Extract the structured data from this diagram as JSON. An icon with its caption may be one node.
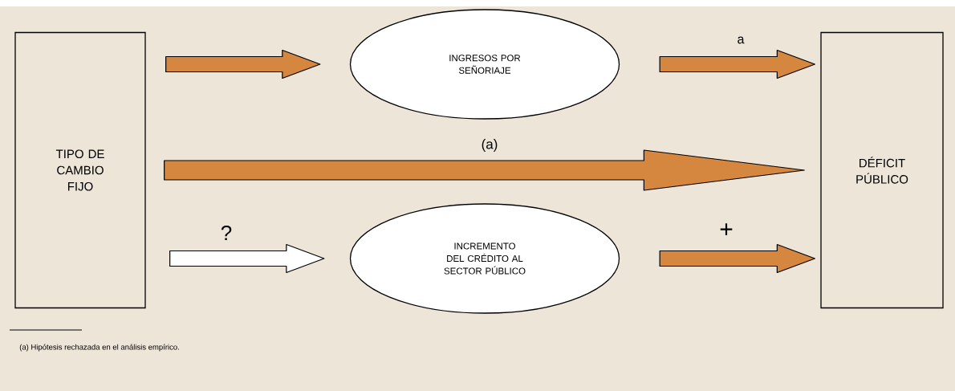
{
  "diagram": {
    "nodes": [
      {
        "text": [
          "TIPO DE CAMBIO FIJO"
        ]
      },
      {
        "text": [
          "INGRESOS POR SEÑORIAJE"
        ]
      },
      {
        "text": [
          "INCREMENTO DEL CRÉDITO AL SECTOR PÚBLICO"
        ]
      },
      {
        "text": [
          "DÉFICIT PÚBLICO"
        ]
      }
    ],
    "edges": [
      {
        "from": 0,
        "to": 1,
        "arrow": "to"
      },
      {
        "from": 1,
        "to": 3,
        "arrow": "to",
        "label": "a"
      },
      {
        "from": 0,
        "to": 3,
        "arrow": "to",
        "label": "(a)",
        "style": "thick"
      },
      {
        "from": 0,
        "to": 2,
        "arrow": "to",
        "label": "?",
        "color": "#ffffff"
      },
      {
        "from": 2,
        "to": 3,
        "arrow": "to",
        "label": "+"
      }
    ],
    "labels": [
      "(a) Hipótesis rechazada en el análisis empírico."
    ]
  }
}
